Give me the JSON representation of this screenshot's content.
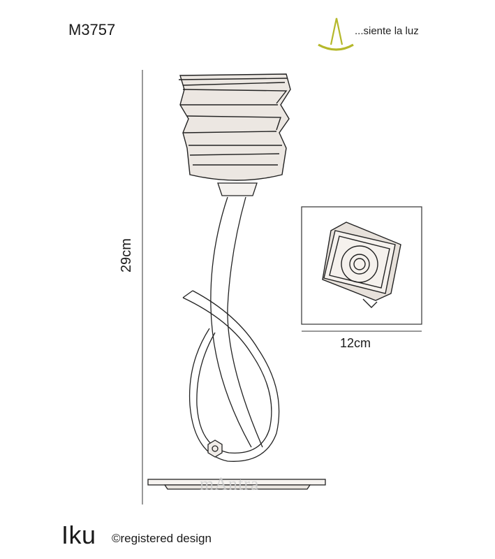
{
  "header": {
    "model_code": "M3757",
    "tagline": "...siente la luz",
    "logo_icon": "arc-light-logo-icon",
    "logo_color": "#b5b82a"
  },
  "dimensions": {
    "height_label": "29cm",
    "width_label": "12cm"
  },
  "footer": {
    "product_name": "Iku",
    "registered_text": "©registered design"
  },
  "watermark": {
    "text": "mAntra"
  },
  "drawing": {
    "main_view": "side-elevation-table-lamp",
    "inset_view": "top-view-shade"
  }
}
